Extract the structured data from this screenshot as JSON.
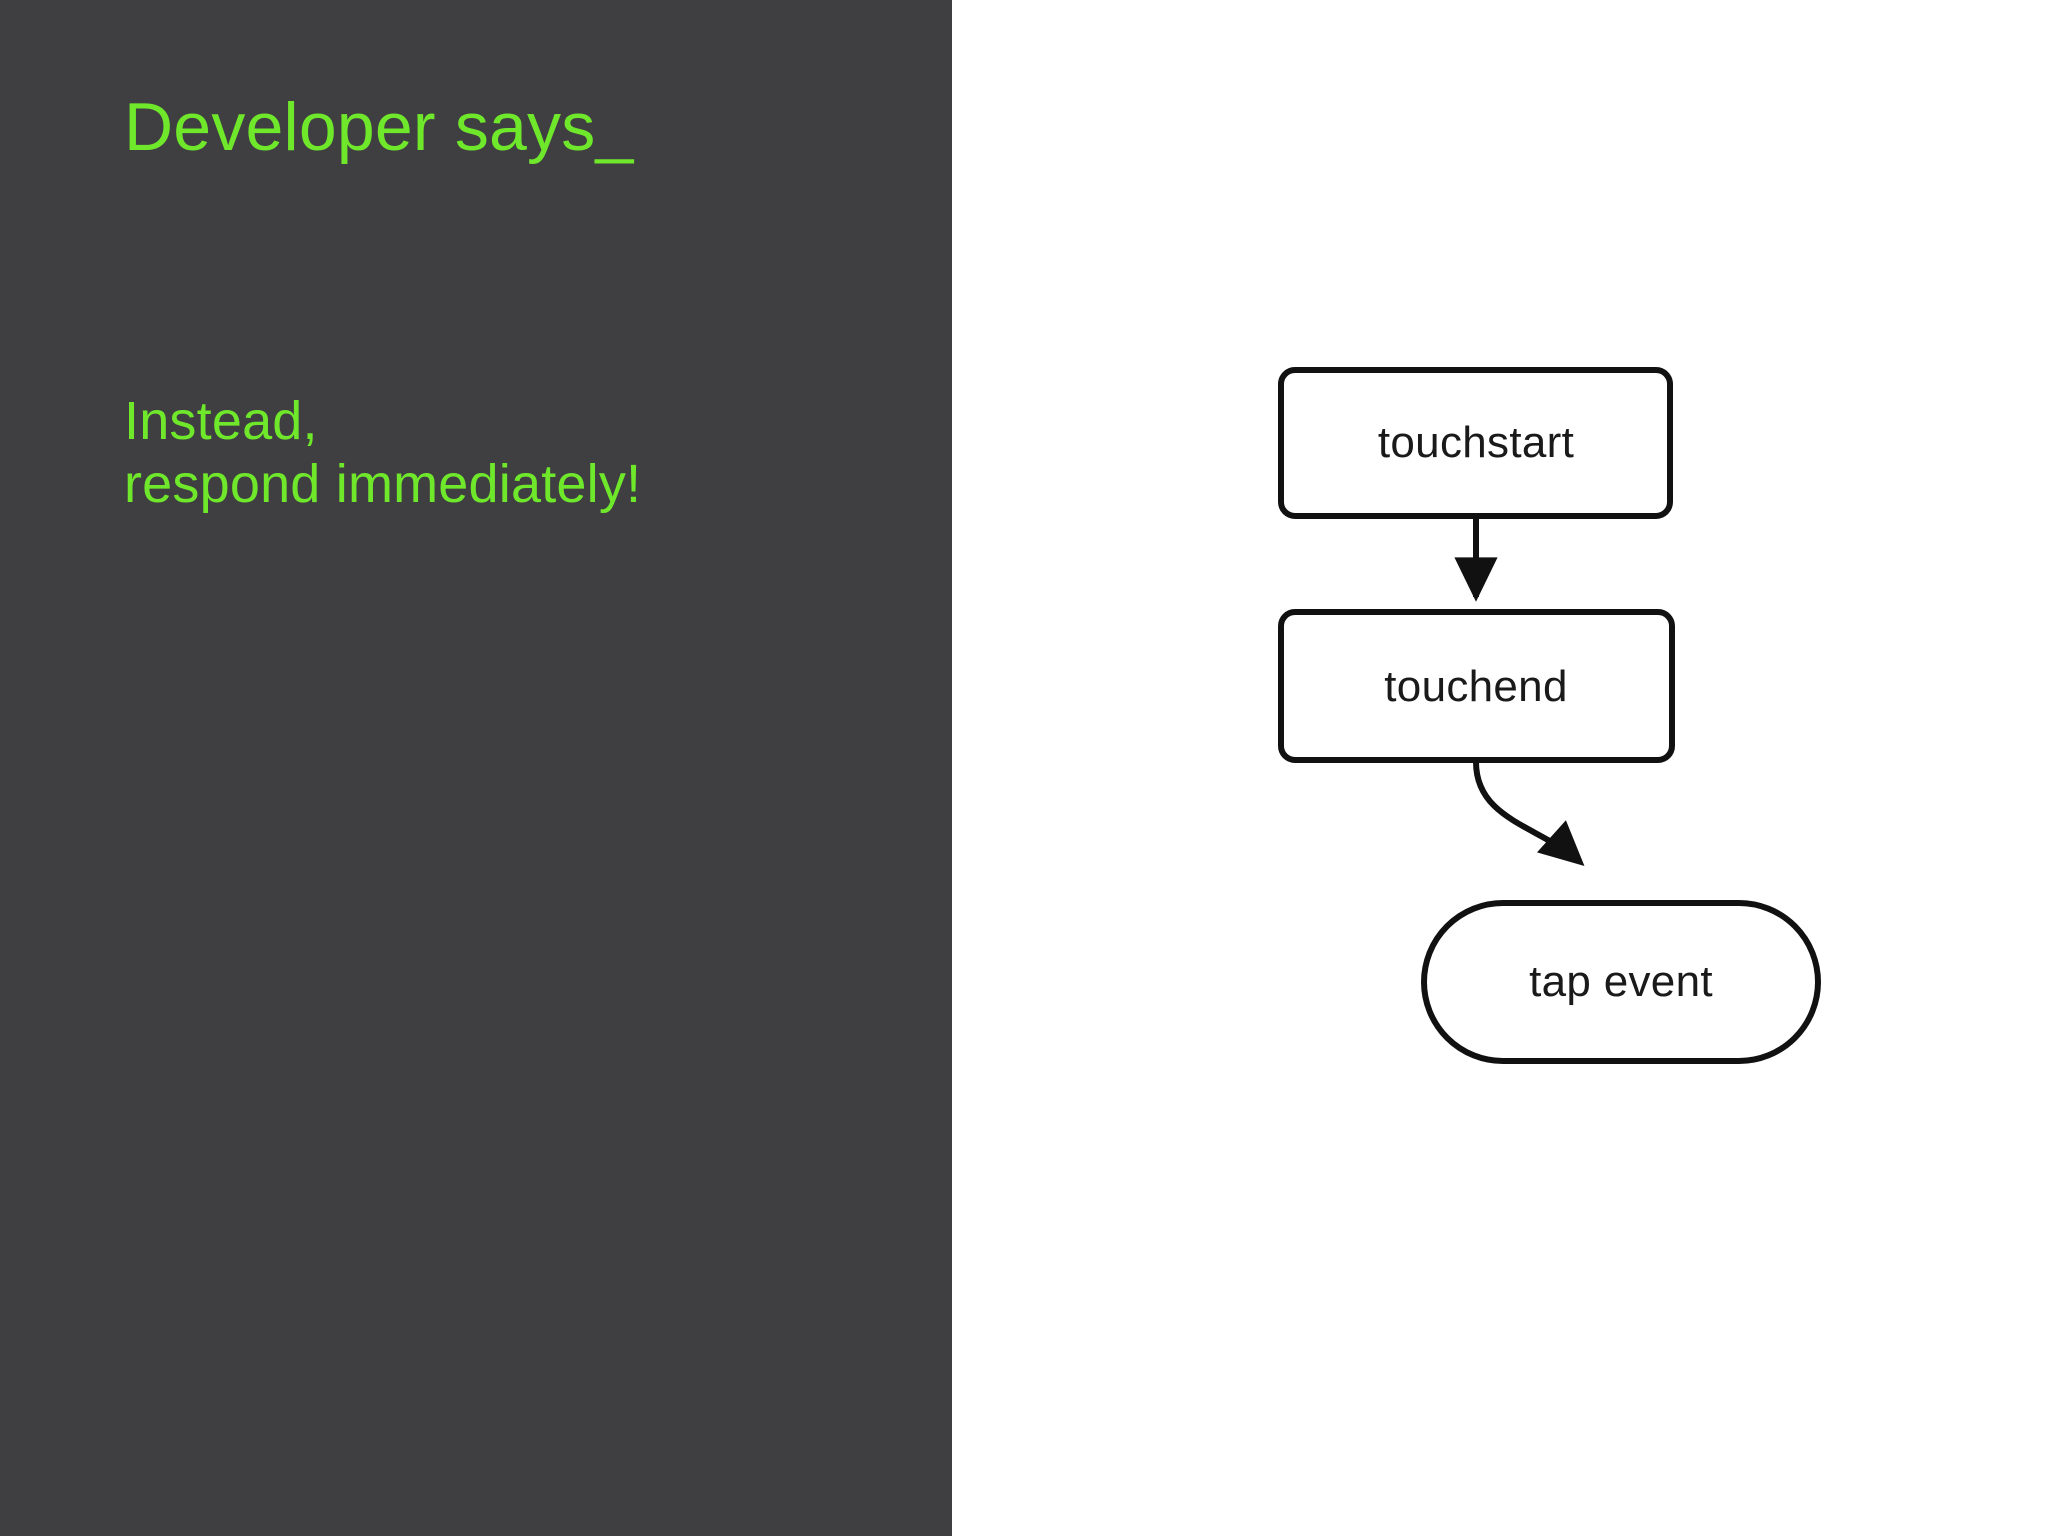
{
  "slide": {
    "title": "Developer says_",
    "body_lines": [
      "Instead,",
      "respond immediately!"
    ],
    "panel_color": "#3f3e41",
    "accent_color": "#6fe82b",
    "background_color": "#ffffff"
  },
  "diagram": {
    "type": "flowchart",
    "stroke_color": "#111111",
    "fill_color": "#ffffff",
    "nodes": [
      {
        "id": "touchstart",
        "label": "touchstart",
        "shape": "rounded-rectangle"
      },
      {
        "id": "touchend",
        "label": "touchend",
        "shape": "rounded-rectangle"
      },
      {
        "id": "tapevent",
        "label": "tap event",
        "shape": "stadium"
      }
    ],
    "edges": [
      {
        "from": "touchstart",
        "to": "touchend",
        "style": "straight-arrow"
      },
      {
        "from": "touchend",
        "to": "tapevent",
        "style": "curved-arrow"
      }
    ]
  }
}
